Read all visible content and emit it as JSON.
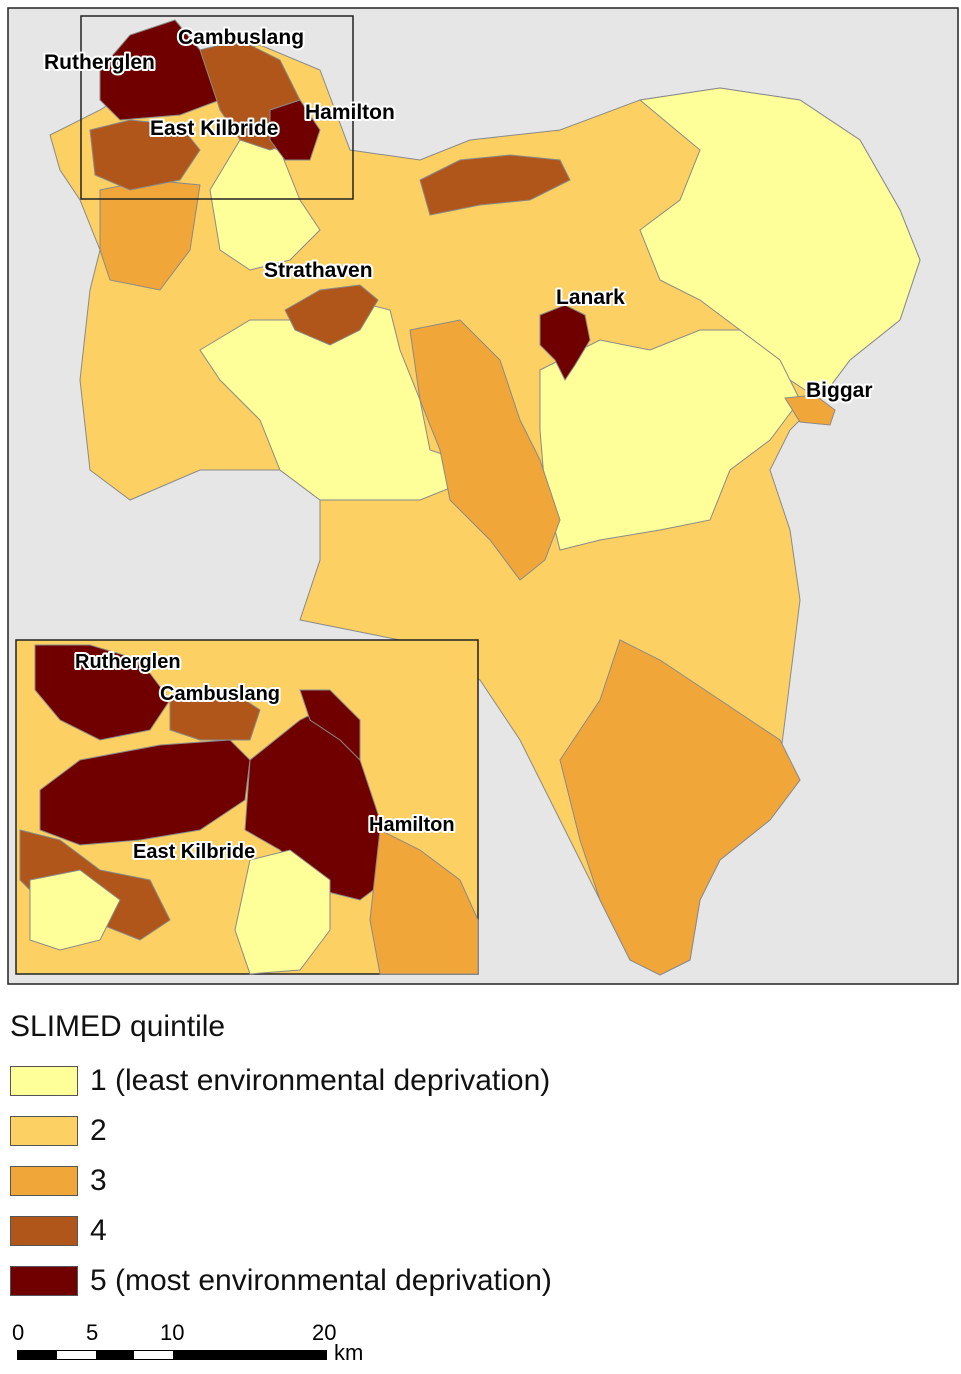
{
  "map": {
    "towns": [
      {
        "key": "cambuslang",
        "label": "Cambuslang"
      },
      {
        "key": "rutherglen",
        "label": "Rutherglen"
      },
      {
        "key": "hamilton",
        "label": "Hamilton"
      },
      {
        "key": "east_kilbride",
        "label": "East Kilbride"
      },
      {
        "key": "strathaven",
        "label": "Strathaven"
      },
      {
        "key": "lanark",
        "label": "Lanark"
      },
      {
        "key": "biggar",
        "label": "Biggar"
      }
    ],
    "inset_towns": [
      {
        "key": "rutherglen",
        "label": "Rutherglen"
      },
      {
        "key": "cambuslang",
        "label": "Cambuslang"
      },
      {
        "key": "hamilton",
        "label": "Hamilton"
      },
      {
        "key": "east_kilbride",
        "label": "East Kilbride"
      }
    ],
    "colors": {
      "background": "#e6e6e6",
      "q1": "#ffff99",
      "q2": "#fcd062",
      "q3": "#f1a63a",
      "q4": "#b0561b",
      "q5": "#700000",
      "boundary": "#8a8a8a"
    }
  },
  "legend": {
    "title": "SLIMED quintile",
    "items": [
      {
        "label": "1 (least environmental deprivation)",
        "color": "#ffff99"
      },
      {
        "label": "2",
        "color": "#fcd062"
      },
      {
        "label": "3",
        "color": "#f1a63a"
      },
      {
        "label": "4",
        "color": "#b0561b"
      },
      {
        "label": "5 (most environmental deprivation)",
        "color": "#700000"
      }
    ]
  },
  "scale_bar": {
    "ticks": [
      "0",
      "5",
      "10",
      "20"
    ],
    "unit": "km"
  }
}
